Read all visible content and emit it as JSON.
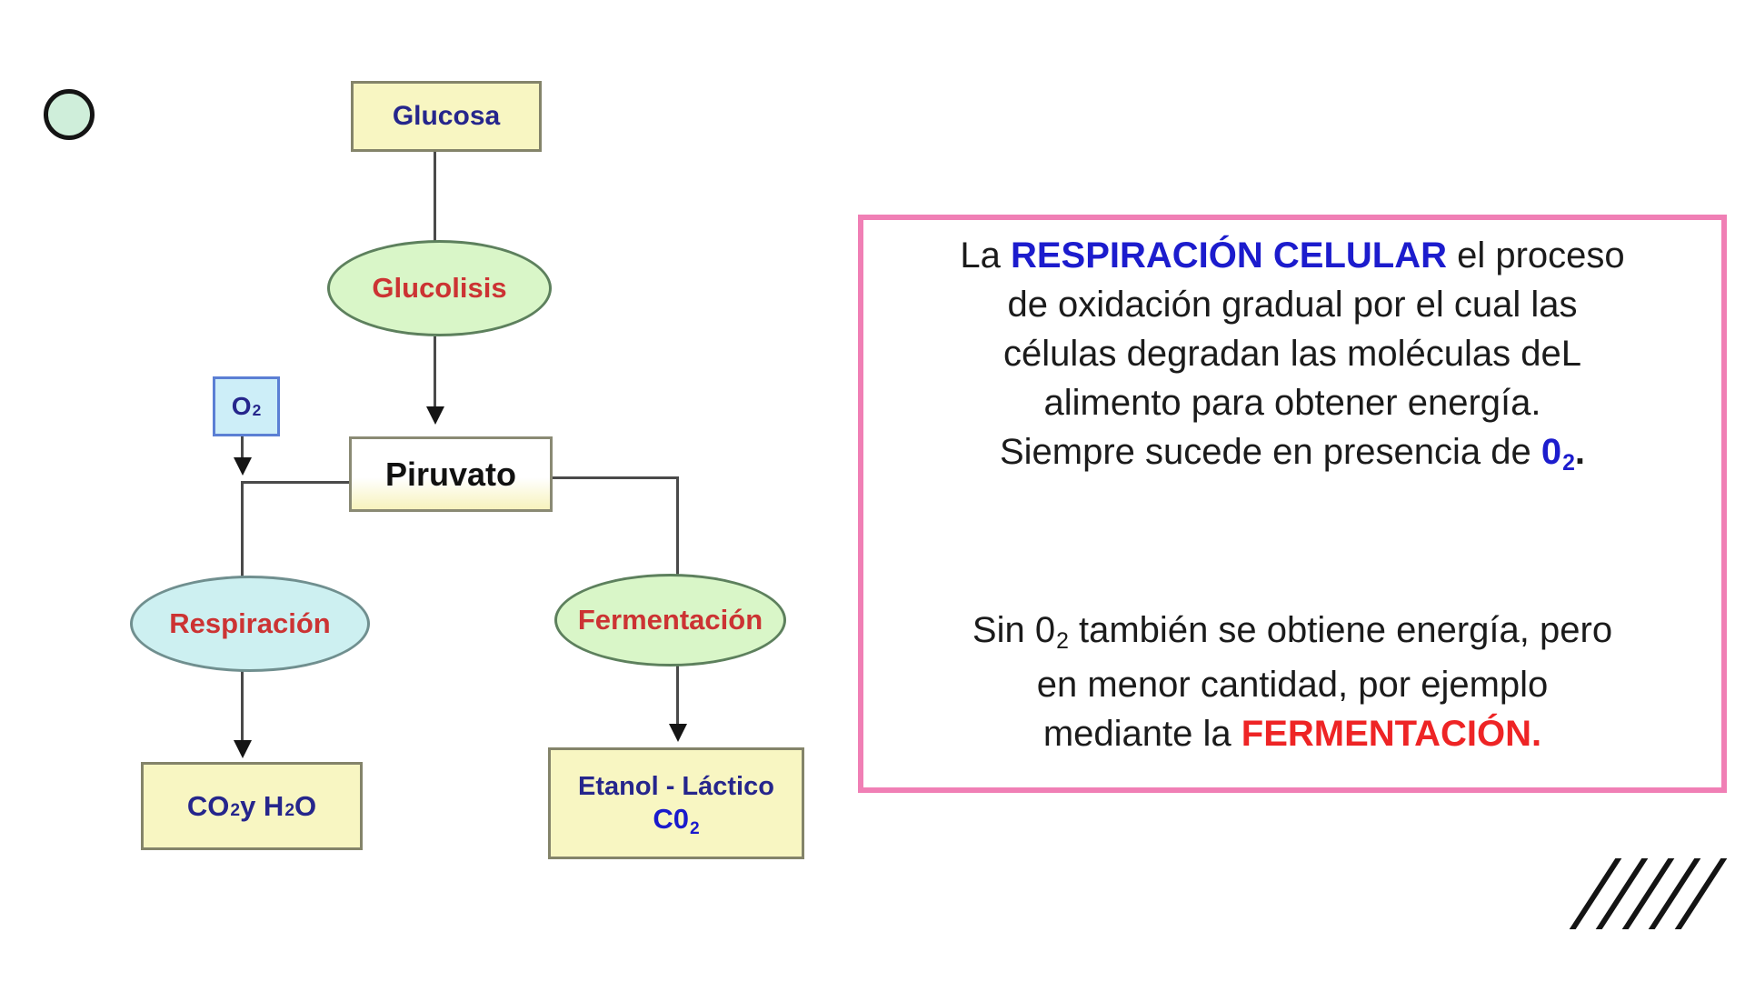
{
  "colors": {
    "pink-border": "#f07fb5",
    "accent-blue": "#1c1ccd",
    "accent-red": "#ee2425",
    "navy": "#26268c",
    "node-red": "#cc3333",
    "yellow-fill": "#f8f6c2",
    "yellow-border": "#84846a",
    "green-fill": "#d9f6c8",
    "green-border": "#5d805d",
    "cyan-fill": "#cdf0f1",
    "cyan-border": "#708f8f",
    "blue-fill": "#cdeef8",
    "blue-border": "#5b7fd4",
    "line": "#4a4a4a",
    "co2-blue": "#1a1acc",
    "circle-fill": "#cfeeda"
  },
  "flowchart": {
    "glucosa": {
      "runs": [
        {
          "text": "Glucosa"
        }
      ]
    },
    "glucolisis": {
      "runs": [
        {
          "text": "Glucolisis"
        }
      ]
    },
    "o2": {
      "runs": [
        {
          "text": "O"
        },
        {
          "text": "2",
          "sub": true
        }
      ]
    },
    "piruvato": {
      "runs": [
        {
          "text": "Piruvato"
        }
      ]
    },
    "respiracion": {
      "runs": [
        {
          "text": "Respiración"
        }
      ]
    },
    "fermentacion": {
      "runs": [
        {
          "text": "Fermentación"
        }
      ]
    },
    "co2_h2o": {
      "runs": [
        {
          "text": "CO"
        },
        {
          "text": "2",
          "sub": true
        },
        {
          "text": " y H"
        },
        {
          "text": "2",
          "sub": true
        },
        {
          "text": " O"
        }
      ]
    },
    "etanol_line1": {
      "runs": [
        {
          "text": "Etanol - Láctico"
        }
      ]
    },
    "etanol_line2": {
      "runs": [
        {
          "text": "C0"
        },
        {
          "text": "2",
          "sub": true
        }
      ]
    }
  },
  "textbox": {
    "lines": [
      {
        "runs": [
          {
            "text": "La "
          },
          {
            "text": "RESPIRACIÓN CELULAR",
            "style": "blue-bold"
          },
          {
            "text": " el proceso"
          }
        ]
      },
      {
        "runs": [
          {
            "text": "de oxidación gradual por el cual las"
          }
        ]
      },
      {
        "runs": [
          {
            "text": "células degradan las moléculas deL"
          }
        ]
      },
      {
        "runs": [
          {
            "text": "alimento para obtener energía."
          }
        ]
      },
      {
        "runs": [
          {
            "text": "Siempre sucede en presencia de "
          },
          {
            "text": "0",
            "style": "blue-bold"
          },
          {
            "text": "2",
            "style": "blue-bold",
            "sub": true
          },
          {
            "text": ".",
            "style": "black-bold"
          }
        ]
      },
      {
        "runs": [
          {
            "text": "Sin 0"
          },
          {
            "text": "2",
            "sub": true
          },
          {
            "text": " también se obtiene energía, pero"
          }
        ]
      },
      {
        "runs": [
          {
            "text": "en menor cantidad, por ejemplo"
          }
        ]
      },
      {
        "runs": [
          {
            "text": "mediante la "
          },
          {
            "text": "FERMENTACIÓN.",
            "style": "red-bold"
          }
        ]
      }
    ]
  },
  "decor": {
    "slash_count": 5
  }
}
